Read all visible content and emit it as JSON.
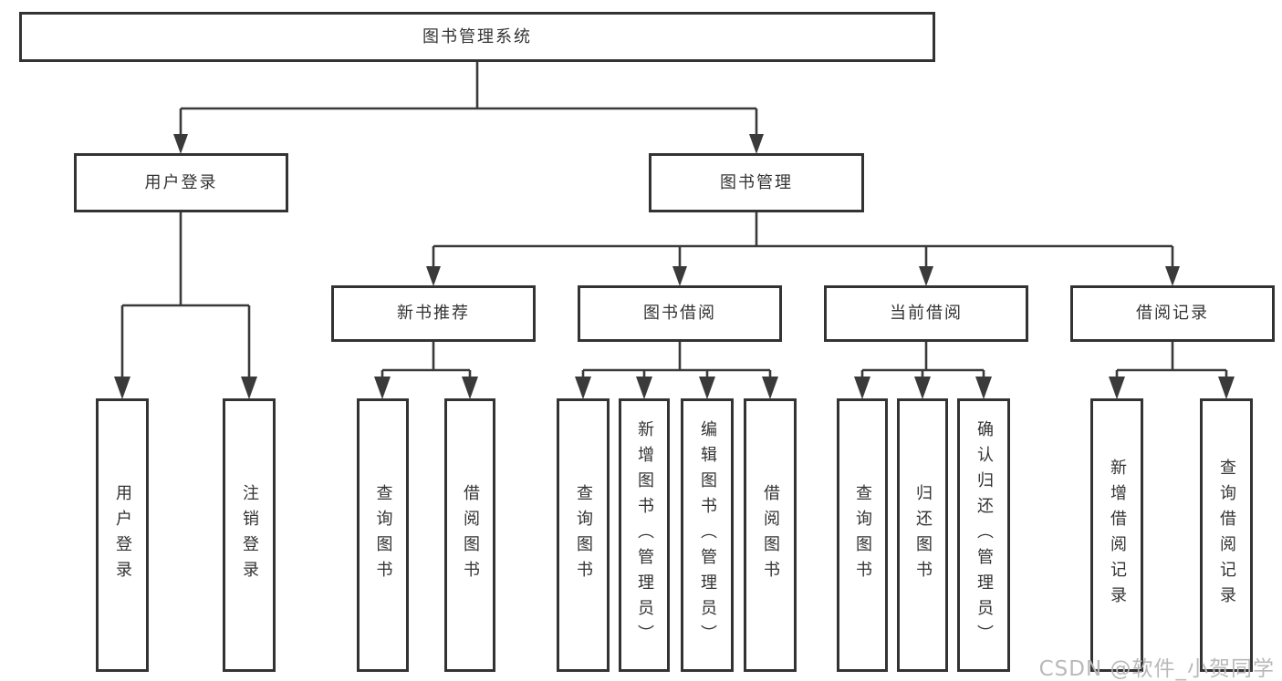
{
  "tree": {
    "root": {
      "label": "图书管理系统"
    },
    "level2": [
      {
        "label": "用户登录"
      },
      {
        "label": "图书管理"
      }
    ],
    "level3": [
      {
        "label": "新书推荐"
      },
      {
        "label": "图书借阅"
      },
      {
        "label": "当前借阅"
      },
      {
        "label": "借阅记录"
      }
    ],
    "leaves": [
      {
        "label": "用户登录"
      },
      {
        "label": "注销登录"
      },
      {
        "label": "查询图书"
      },
      {
        "label": "借阅图书"
      },
      {
        "label": "查询图书"
      },
      {
        "label": "新增图书（管理员）"
      },
      {
        "label": "编辑图书（管理员）"
      },
      {
        "label": "借阅图书"
      },
      {
        "label": "查询图书"
      },
      {
        "label": "归还图书"
      },
      {
        "label": "确认归还（管理员）"
      },
      {
        "label": "新增借阅记录"
      },
      {
        "label": "查询借阅记录"
      }
    ]
  },
  "watermark": {
    "text": "CSDN @软件_小贺同学"
  },
  "colors": {
    "line": "#3a3a3a",
    "box_border": "#333333",
    "text": "#333333",
    "watermark": "#b9b9b9",
    "background": "#ffffff"
  }
}
